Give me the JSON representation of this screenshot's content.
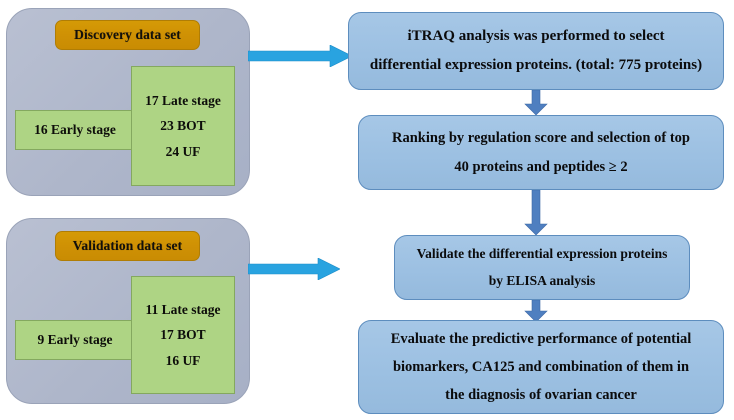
{
  "figure": {
    "type": "flowchart",
    "title": "iTRAQ proteomics study workflow for ovarian cancer biomarkers"
  },
  "colors": {
    "panel_gray": "#b0b8cb",
    "pill_orange": "#cf9104",
    "green_box": "#aed484",
    "blue_box": "#9cc0e2",
    "cyan_arrow": "#29a3e0",
    "blue_arrow": "#4f7fc0"
  },
  "datasets": [
    {
      "id": "discovery",
      "pill_label": "Discovery data set",
      "early": {
        "label": "16 Early stage"
      },
      "late": {
        "lines": [
          "17 Late stage",
          "23 BOT",
          "24 UF"
        ]
      }
    },
    {
      "id": "validation",
      "pill_label": "Validation data set",
      "early": {
        "label": "9 Early stage"
      },
      "late": {
        "lines": [
          "11 Late stage",
          "17 BOT",
          "16 UF"
        ]
      }
    }
  ],
  "steps": [
    {
      "id": "itraq-analysis",
      "lines": [
        "iTRAQ analysis was performed to select",
        "differential expression proteins. (total: 775 proteins)"
      ]
    },
    {
      "id": "ranking",
      "lines": [
        "Ranking by regulation score and selection of top",
        "40 proteins and peptides ≥ 2"
      ]
    },
    {
      "id": "elisa-validation",
      "lines": [
        "Validate the differential expression proteins",
        "by ELISA analysis"
      ]
    },
    {
      "id": "evaluate-performance",
      "lines": [
        "Evaluate the predictive performance of potential",
        "biomarkers, CA125 and combination of them in",
        "the diagnosis of ovarian cancer"
      ]
    }
  ],
  "connectors": [
    {
      "id": "discovery-to-itraq",
      "kind": "horizontal-arrow",
      "direction": "right"
    },
    {
      "id": "validation-to-elisa",
      "kind": "horizontal-arrow",
      "direction": "right"
    },
    {
      "id": "itraq-to-ranking",
      "kind": "vertical-arrow",
      "direction": "down"
    },
    {
      "id": "ranking-to-elisa",
      "kind": "vertical-arrow",
      "direction": "down"
    },
    {
      "id": "elisa-to-evaluate",
      "kind": "vertical-arrow",
      "direction": "down"
    }
  ]
}
